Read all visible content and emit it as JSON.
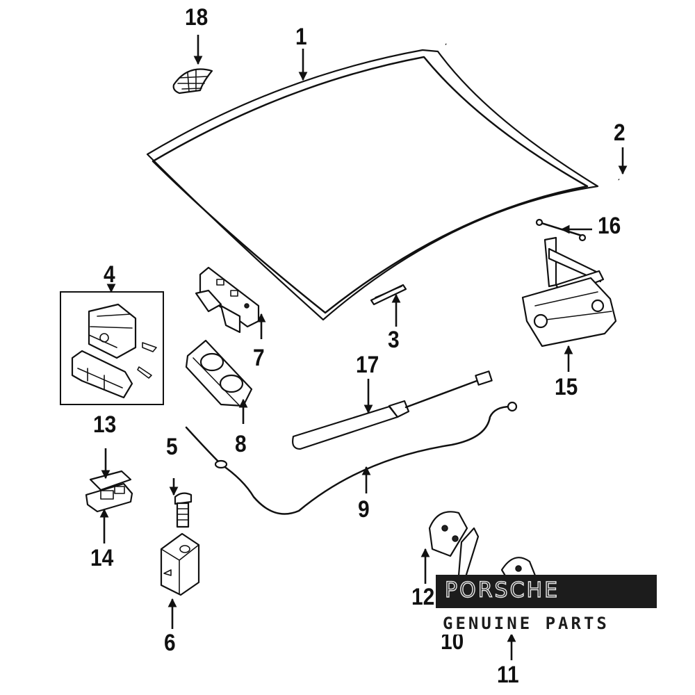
{
  "callouts": [
    "1",
    "2",
    "3",
    "4",
    "5",
    "6",
    "7",
    "8",
    "9",
    "10",
    "11",
    "12",
    "13",
    "14",
    "15",
    "16",
    "17",
    "18"
  ],
  "logo": {
    "brand": "PORSCHE",
    "subtitle": "GENUINE PARTS"
  },
  "colors": {
    "ink": "#111111",
    "background": "#ffffff",
    "logo_bar": "#1c1c1c"
  }
}
